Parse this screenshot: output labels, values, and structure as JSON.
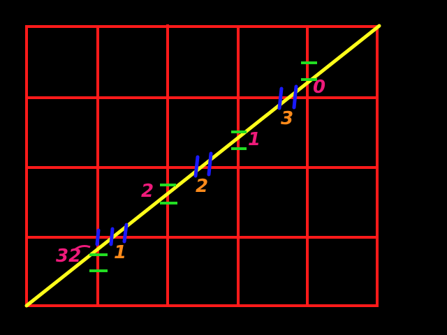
{
  "colors": {
    "background": "#000000",
    "grid": "#ff1a1a",
    "diagonal": "#ffff1a",
    "hatch_marks": "#1a1aff",
    "tick_marks": "#22dd22",
    "magenta_labels": "#ee1a7a",
    "orange_labels": "#ff8a1a"
  },
  "grid": {
    "columns": 5,
    "rows": 4
  },
  "labels": {
    "magenta_32": "32",
    "magenta_2": "2",
    "magenta_1": "1",
    "magenta_0": "0",
    "orange_1": "1",
    "orange_2": "2",
    "orange_3": "3"
  }
}
